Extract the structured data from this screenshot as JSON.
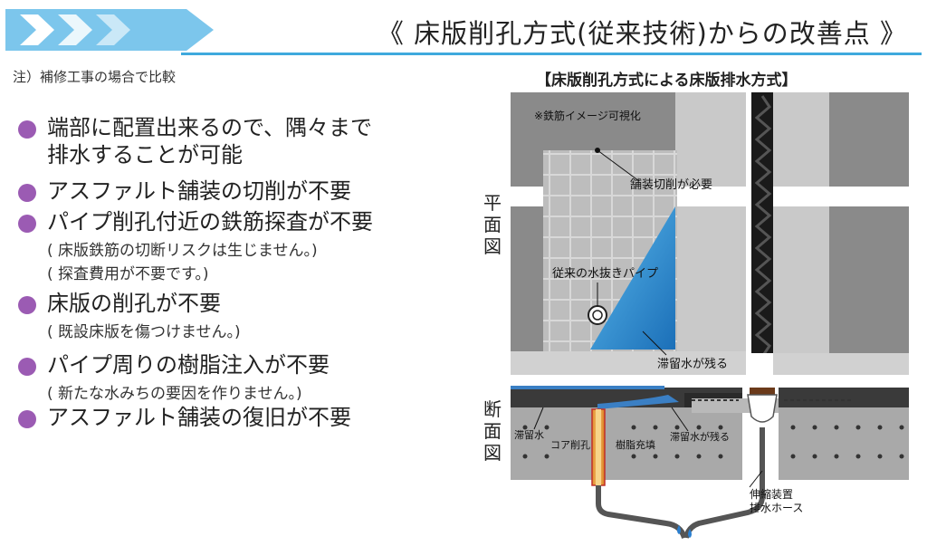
{
  "header": {
    "title": "《 床版削孔方式(従来技術)からの改善点 》",
    "accent_color": "#7cc6ec",
    "line_color": "#3fa9dd"
  },
  "note": "注）補修工事の場合で比較",
  "points": [
    {
      "lines": [
        "端部に配置出来るので、隅々まで",
        "排水することが可能"
      ],
      "subs": []
    },
    {
      "lines": [
        "アスファルト舗装の切削が不要"
      ],
      "subs": []
    },
    {
      "lines": [
        "パイプ削孔付近の鉄筋探査が不要"
      ],
      "subs": [
        "( 床版鉄筋の切断リスクは生じません。)",
        "( 探査費用が不要です。)"
      ]
    },
    {
      "lines": [
        "床版の削孔が不要"
      ],
      "subs": [
        "( 既設床版を傷つけません。)"
      ]
    },
    {
      "lines": [
        "パイプ周りの樹脂注入が不要"
      ],
      "subs": [
        "( 新たな水みちの要因を作りません。)"
      ]
    },
    {
      "lines": [
        "アスファルト舗装の復旧が不要"
      ],
      "subs": []
    }
  ],
  "bullet_color": "#9b5bb3",
  "diagram": {
    "title": "【床版削孔方式による床版排水方式】",
    "plan_label": "平面図",
    "section_label": "断面図",
    "plan_annotations": {
      "rebar_note": "※鉄筋イメージ可視化",
      "cutting": "舗装切削が必要",
      "pipe": "従来の水抜きパイプ",
      "residual": "滞留水が残る"
    },
    "section_annotations": {
      "stagnant": "滞留水",
      "core": "コア削孔",
      "resin": "樹脂充填",
      "residual": "滞留水が残る",
      "hose_line1": "伸縮装置",
      "hose_line2": "排水ホース"
    }
  }
}
